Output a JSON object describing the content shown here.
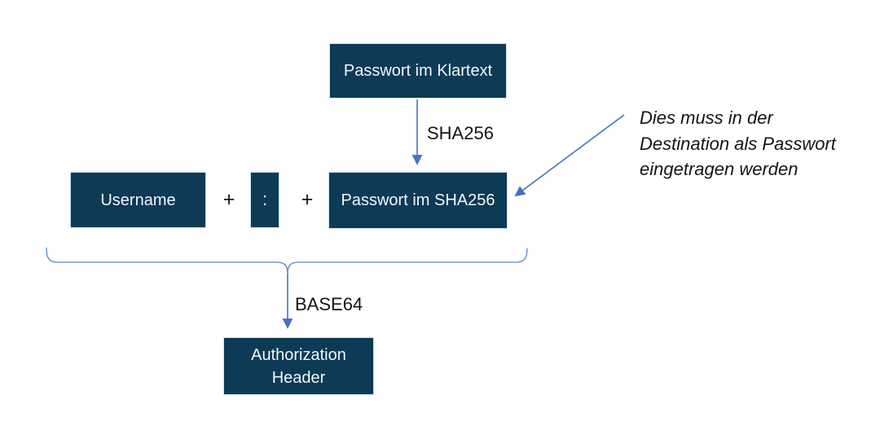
{
  "diagram": {
    "boxes": {
      "plaintext_password": "Passwort im Klartext",
      "username": "Username",
      "colon": ":",
      "hashed_password": "Passwort im SHA256",
      "auth_header": "Authorization Header"
    },
    "operators": {
      "plus_1": "+",
      "plus_2": "+"
    },
    "edge_labels": {
      "hash_step": "SHA256",
      "encode_step": "BASE64"
    },
    "annotation": {
      "lines": [
        "Dies muss in der",
        "Destination als Passwort",
        "eingetragen werden"
      ]
    },
    "colors": {
      "box_fill": "#0d3a55",
      "box_border": "#cfe2f3",
      "box_text": "#f2f6f8",
      "arrow_blue": "#4472c4",
      "brace_blue": "#5b83c0",
      "text_black": "#151515"
    }
  }
}
